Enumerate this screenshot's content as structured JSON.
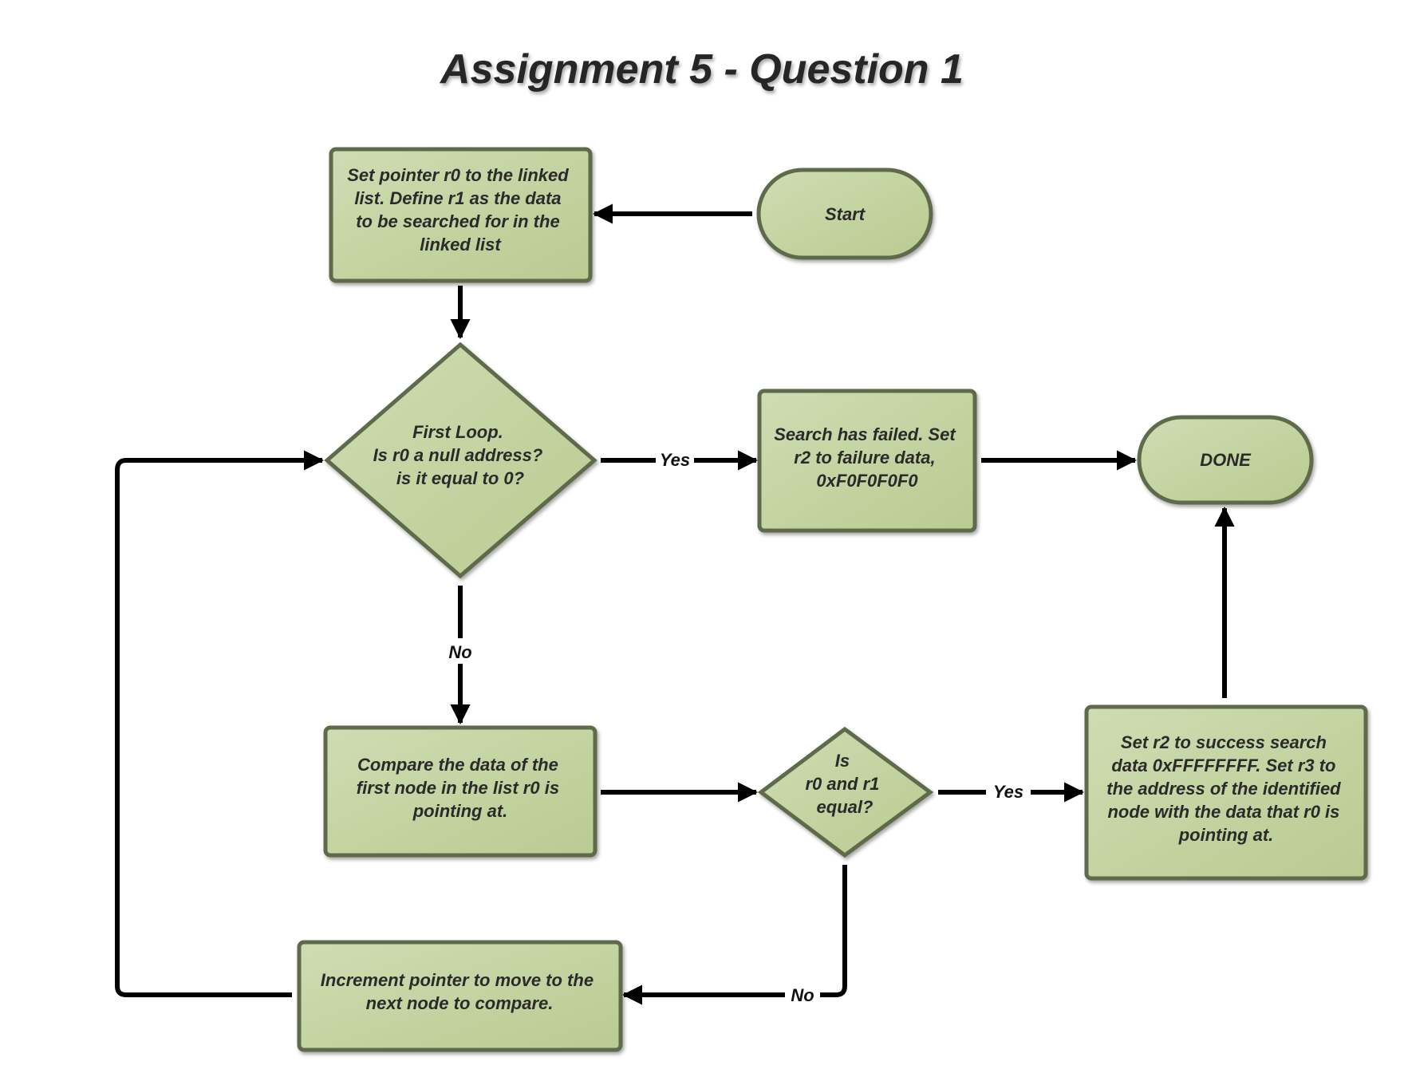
{
  "title": "Assignment 5 - Question 1",
  "colors": {
    "node_fill_light": "#cfdcb2",
    "node_fill_dark": "#b9cb91",
    "node_stroke": "#5f6b4c",
    "edge": "#000000"
  },
  "nodes": {
    "start": {
      "shape": "terminator",
      "lines": [
        "Start"
      ]
    },
    "set_pointer": {
      "shape": "process",
      "lines": [
        "Set pointer r0 to the linked",
        "list. Define r1 as the data",
        "to be searched for in the",
        "linked list"
      ]
    },
    "first_loop": {
      "shape": "decision",
      "lines": [
        "First Loop.",
        "Is r0 a null address?",
        "is it equal to 0?"
      ]
    },
    "search_failed": {
      "shape": "process",
      "lines": [
        "Search has failed. Set",
        "r2 to failure data,",
        "0xF0F0F0F0"
      ]
    },
    "done": {
      "shape": "terminator",
      "lines": [
        "DONE"
      ]
    },
    "compare": {
      "shape": "process",
      "lines": [
        "Compare the data of the",
        "first node in the list r0 is",
        "pointing at."
      ]
    },
    "equal_check": {
      "shape": "decision",
      "lines": [
        "Is",
        "r0 and r1",
        "equal?"
      ]
    },
    "success": {
      "shape": "process",
      "lines": [
        "Set r2 to success search",
        "data 0xFFFFFFFF. Set r3 to",
        "the address of the identified",
        "node with the data that r0 is",
        "pointing at."
      ]
    },
    "increment": {
      "shape": "process",
      "lines": [
        "Increment pointer to move to the",
        "next node to compare."
      ]
    }
  },
  "edges": {
    "start_to_set": {
      "from": "start",
      "to": "set_pointer",
      "label": ""
    },
    "set_to_loop": {
      "from": "set_pointer",
      "to": "first_loop",
      "label": ""
    },
    "loop_yes": {
      "from": "first_loop",
      "to": "search_failed",
      "label": "Yes"
    },
    "failed_to_done": {
      "from": "search_failed",
      "to": "done",
      "label": ""
    },
    "loop_no": {
      "from": "first_loop",
      "to": "compare",
      "label": "No"
    },
    "compare_to_equal": {
      "from": "compare",
      "to": "equal_check",
      "label": ""
    },
    "equal_yes": {
      "from": "equal_check",
      "to": "success",
      "label": "Yes"
    },
    "success_to_done": {
      "from": "success",
      "to": "done",
      "label": ""
    },
    "equal_no": {
      "from": "equal_check",
      "to": "increment",
      "label": "No"
    },
    "increment_loop": {
      "from": "increment",
      "to": "first_loop",
      "label": ""
    }
  }
}
